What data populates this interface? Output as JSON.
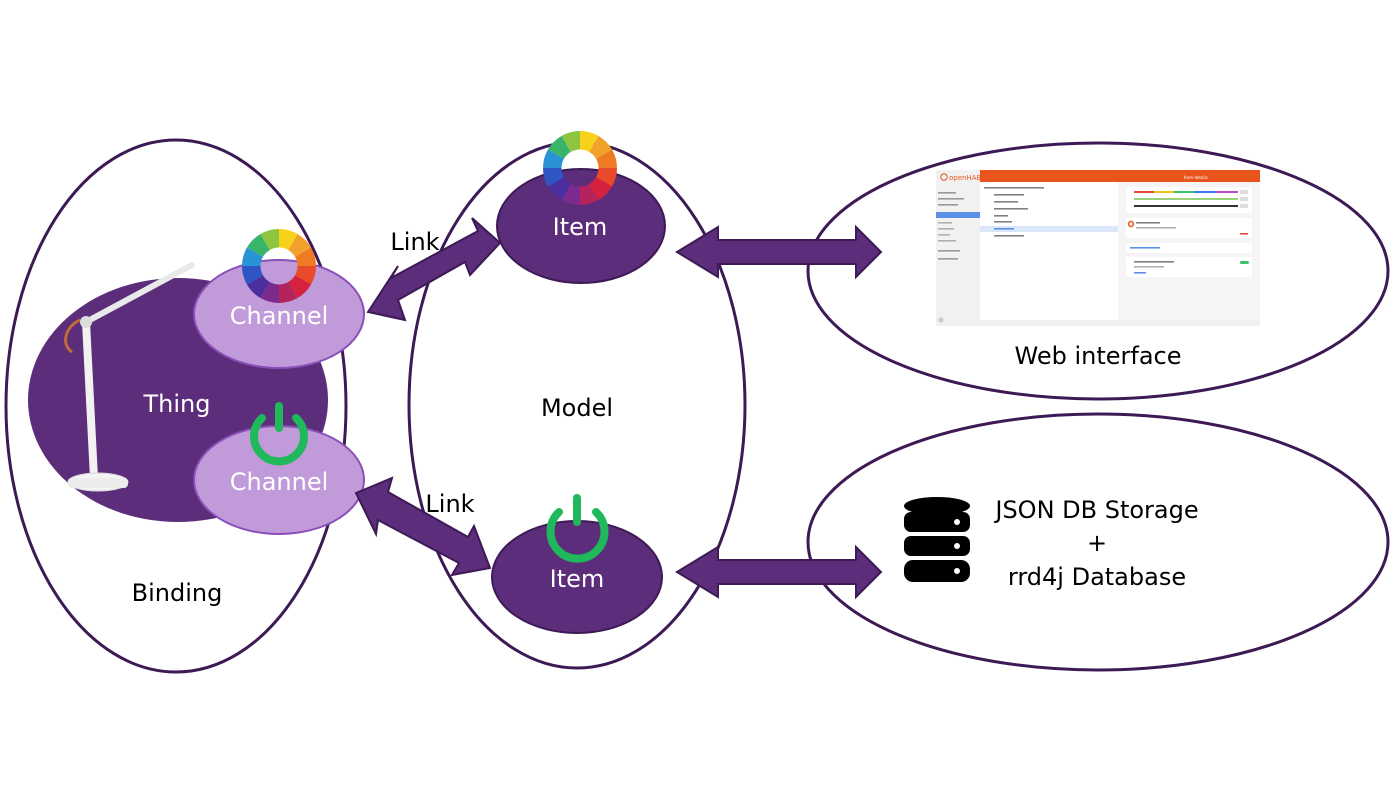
{
  "colors": {
    "purple_dark": "#5c2d7a",
    "purple_light": "#c19ad9",
    "outline": "#3d1a55",
    "green": "#1fb85a",
    "openhab_orange": "#e8541c"
  },
  "binding": {
    "label": "Binding",
    "thing_label": "Thing",
    "channel_color_label": "Channel",
    "channel_power_label": "Channel",
    "thing_image": "desk-lamp"
  },
  "model": {
    "label": "Model",
    "item_color_label": "Item",
    "item_power_label": "Item"
  },
  "links": {
    "top_label": "Link",
    "bottom_label": "Link"
  },
  "web": {
    "label": "Web interface",
    "logo_text": "openHAB",
    "panel_title": "Item details"
  },
  "storage": {
    "line1": "JSON DB Storage",
    "line2": "+",
    "line3": "rrd4j Database",
    "icon": "database-icon"
  }
}
